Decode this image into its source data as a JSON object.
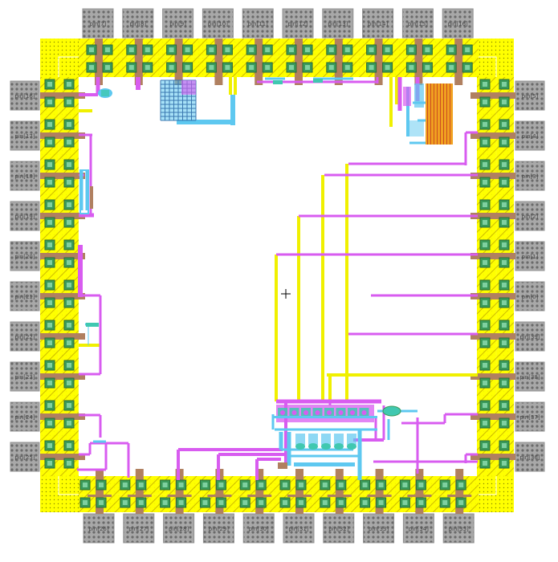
{
  "colors": {
    "ring": "#ffff00",
    "ring_hatch": "#c8b400",
    "pad_gray": "#a8a8a8",
    "pad_dot": "#6a6a6a",
    "metal_magenta": "#d85cf0",
    "metal_yellow": "#f0f000",
    "metal_cyan": "#5ec8f0",
    "via_brown": "#b08060",
    "cell_green": "#3a9a5a",
    "cell_teal": "#40c8b0"
  },
  "pads": {
    "top": [
      "pin[7]",
      "pin[8]",
      "pin[9]",
      "pin[10]",
      "pin[11]",
      "pin[12]",
      "pin[13]",
      "pin[14]",
      "pin[15]",
      "pin[16]"
    ],
    "left": [
      "pin[16]",
      "pin[17]",
      "pin[18]",
      "pin[19]",
      "pin[20]",
      "pin[21]",
      "pin[22]",
      "pin[23]",
      "pin[24]",
      "pin[25]"
    ],
    "right": [
      "pin[5]",
      "pin[4]",
      "pin[3]",
      "pin[2]",
      "pin[1]",
      "pin[0]",
      "pin[39]",
      "pin[38]",
      "pin[37]",
      "pin[36]"
    ],
    "bottom": [
      "pin[26]",
      "pin[27]",
      "pin[28]",
      "pin[29]",
      "pin[30]",
      "pin[31]",
      "pin[32]",
      "pin[33]",
      "pin[34]",
      "pin[35]"
    ]
  },
  "origin_marker": "+"
}
